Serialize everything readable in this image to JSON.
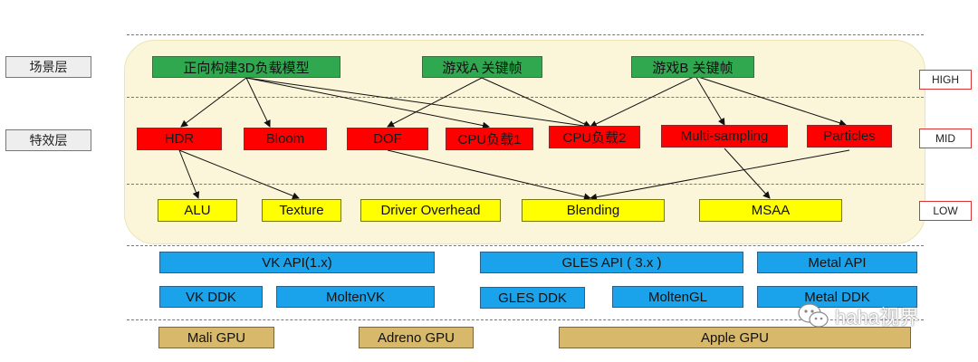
{
  "layers": {
    "scene": "场景层",
    "effects": "特效层"
  },
  "levels": {
    "high": "HIGH",
    "mid": "MID",
    "low": "LOW"
  },
  "scene_nodes": {
    "forward_build": "正向构建3D负载模型",
    "game_a": "游戏A 关键帧",
    "game_b": "游戏B 关键帧"
  },
  "effect_nodes": {
    "hdr": "HDR",
    "bloom": "Bloom",
    "dof": "DOF",
    "cpu_load1": "CPU负载1",
    "cpu_load2": "CPU负载2",
    "multisampling": "Multi-sampling",
    "particles": "Particles"
  },
  "low_nodes": {
    "alu": "ALU",
    "texture": "Texture",
    "driver_overhead": "Driver Overhead",
    "blending": "Blending",
    "msaa": "MSAA"
  },
  "api_nodes": {
    "vk_api": "VK API(1.x)",
    "gles_api": "GLES API ( 3.x )",
    "metal_api": "Metal API"
  },
  "ddk_nodes": {
    "vk_ddk": "VK DDK",
    "moltenvk": "MoltenVK",
    "gles_ddk": "GLES DDK",
    "moltengl": "MoltenGL",
    "metal_ddk": "Metal  DDK"
  },
  "gpu_nodes": {
    "mali": "Mali GPU",
    "adreno": "Adreno GPU",
    "apple": "Apple GPU"
  },
  "watermark": {
    "text": "haha视界"
  },
  "colors": {
    "scene": "#2fa84f",
    "effect": "#ff0000",
    "low": "#ffff00",
    "api": "#1aa3ea",
    "gpu": "#d8b86b",
    "panel": "#fbf6d9"
  }
}
